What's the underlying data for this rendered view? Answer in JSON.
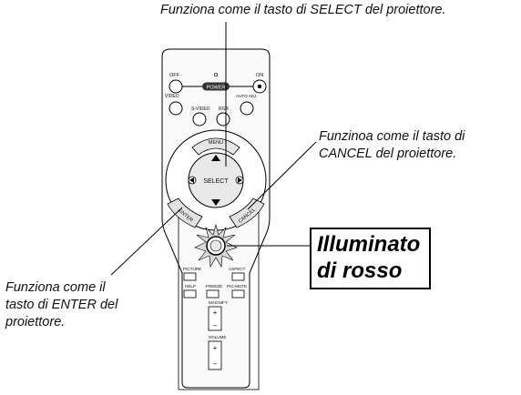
{
  "callouts": {
    "select": "Funziona come il tasto di SELECT del proiettore.",
    "cancel_line1": "Funzinoa come il tasto di",
    "cancel_line2": "CANCEL del proiettore.",
    "enter_line1": "Funziona come il",
    "enter_line2": "tasto di ENTER del",
    "enter_line3": "proiettore."
  },
  "highlight": {
    "line1": "Illuminato",
    "line2": "di rosso",
    "color": "#000000"
  },
  "remote": {
    "power_off": "OFF",
    "power_on": "ON",
    "power_label": "POWER",
    "video": "VIDEO",
    "svideo": "S-VIDEO",
    "rgb": "RGB",
    "auto_adj": "AUTO ADJ.",
    "menu": "MENU",
    "select": "SELECT",
    "enter": "ENTER",
    "cancel": "CANCEL",
    "picture": "PICTURE",
    "aspect": "ASPECT",
    "help": "HELP",
    "freeze": "FREEZE",
    "pic_mute": "PIC-MUTE",
    "magnify": "MAGNIFY",
    "volume": "VOLUME",
    "plus": "+",
    "minus": "–"
  }
}
